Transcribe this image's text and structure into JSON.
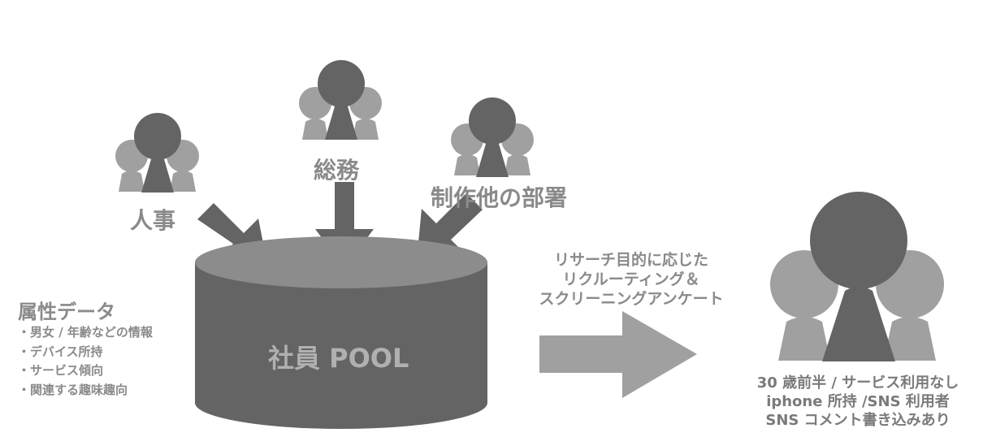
{
  "departments": {
    "hr": "人事",
    "general_affairs": "総務",
    "other": "制作他の部署"
  },
  "pool_label": "社員 POOL",
  "attributes": {
    "title": "属性データ",
    "items": [
      "・男女 / 年齢などの情報",
      "・デバイス所持",
      "・サービス傾向",
      "・関連する趣味趣向"
    ]
  },
  "research_label": {
    "lines": [
      "リサーチ目的に応じた",
      "リクルーティング＆",
      "スクリーニングアンケート"
    ]
  },
  "target_label": {
    "lines": [
      "30 歳前半 / サービス利用なし",
      "iphone 所持 /SNS 利用者",
      "SNS コメント書き込みあり"
    ]
  },
  "colors": {
    "dark": "#646464",
    "mid": "#8c8c8c",
    "light": "#a0a0a0",
    "text": "#8a8a8a"
  }
}
